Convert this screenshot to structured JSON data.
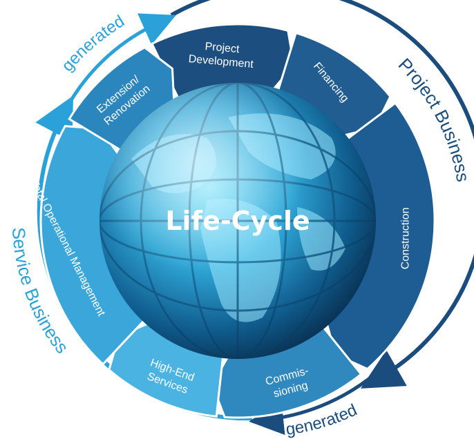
{
  "center": {
    "title": "Life-Cycle"
  },
  "segments": [
    {
      "id": "project-development",
      "lines": [
        "Project",
        "Development"
      ],
      "color": "#1c4f7f"
    },
    {
      "id": "financing",
      "lines": [
        "Financing"
      ],
      "color": "#215d91"
    },
    {
      "id": "construction",
      "lines": [
        "Construction"
      ],
      "color": "#1d5d93"
    },
    {
      "id": "commissioning",
      "lines": [
        "Commis-",
        "sioning"
      ],
      "color": "#2f88be"
    },
    {
      "id": "high-end-services",
      "lines": [
        "High-End",
        "Services"
      ],
      "color": "#4bb3e1"
    },
    {
      "id": "total-operational-management",
      "lines": [
        "Total Operational Management"
      ],
      "color": "#3aa6d9"
    },
    {
      "id": "extension-renovation",
      "lines": [
        "Extension/",
        "Renovation"
      ],
      "color": "#2b86be"
    }
  ],
  "outer_labels": {
    "project_business": "Project Business",
    "service_business": "Service Business",
    "generated_top": "generated",
    "generated_bottom": "generated"
  },
  "colors": {
    "dark_arrow": "#1a4d7e",
    "light_arrow": "#2aa2d9",
    "globe_light": "#5fd2f5",
    "globe_dark": "#0b3d63"
  }
}
